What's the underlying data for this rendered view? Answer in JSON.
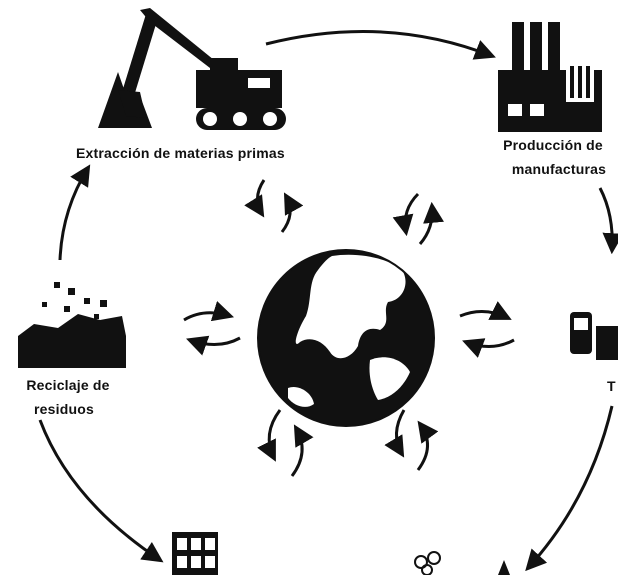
{
  "stages": [
    {
      "id": "extraction",
      "label": "Extracción de materias primas",
      "icon": "excavator-icon"
    },
    {
      "id": "manufacturing",
      "label_lines": [
        "Producción de",
        "manufacturas"
      ],
      "icon": "factory-icon"
    },
    {
      "id": "transport",
      "label": "T",
      "icon": "truck-icon"
    },
    {
      "id": "consumption",
      "label": "",
      "icon": "shopping-items-icon"
    },
    {
      "id": "distribution",
      "label": "",
      "icon": "building-icon"
    },
    {
      "id": "recycling",
      "label_lines": [
        "Reciclaje de",
        "residuos"
      ],
      "icon": "waste-pile-icon"
    }
  ],
  "center": {
    "icon": "earth-globe-icon"
  },
  "colors": {
    "ink": "#111111",
    "background": "#ffffff"
  }
}
